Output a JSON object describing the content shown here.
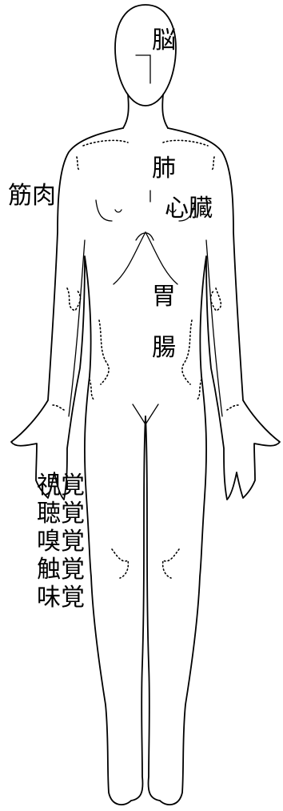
{
  "labels": {
    "brain": "脳",
    "lungs": "肺",
    "heart": "心臓",
    "muscle": "筋肉",
    "stomach": "胃",
    "intestine": "腸",
    "senses": [
      "視覚",
      "聴覚",
      "嗅覚",
      "触覚",
      "味覚"
    ]
  },
  "colors": {
    "line": "#000000",
    "background": "#ffffff"
  }
}
